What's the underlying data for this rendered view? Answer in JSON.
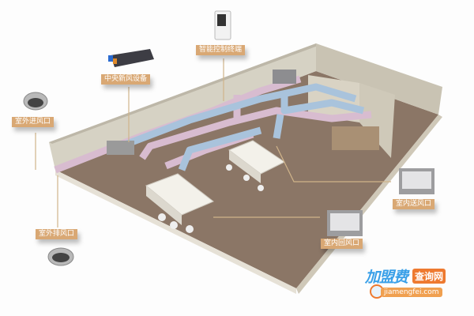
{
  "labels": {
    "outdoor_intake": "室外进风口",
    "central_unit": "中央新风设备",
    "smart_controller": "智能控制终端",
    "outdoor_exhaust": "室外排风口",
    "indoor_supply": "室内送风口",
    "indoor_return": "室内回风口"
  },
  "watermark": {
    "brand": "加盟费",
    "tag": "查询网",
    "url": "jiamengfei.com"
  },
  "colors": {
    "label_bg": "#d9a874",
    "supply_duct": "#a9c3dc",
    "return_duct": "#d8bcd0",
    "floor": "#8a7565",
    "wall": "#d8d4c8"
  }
}
